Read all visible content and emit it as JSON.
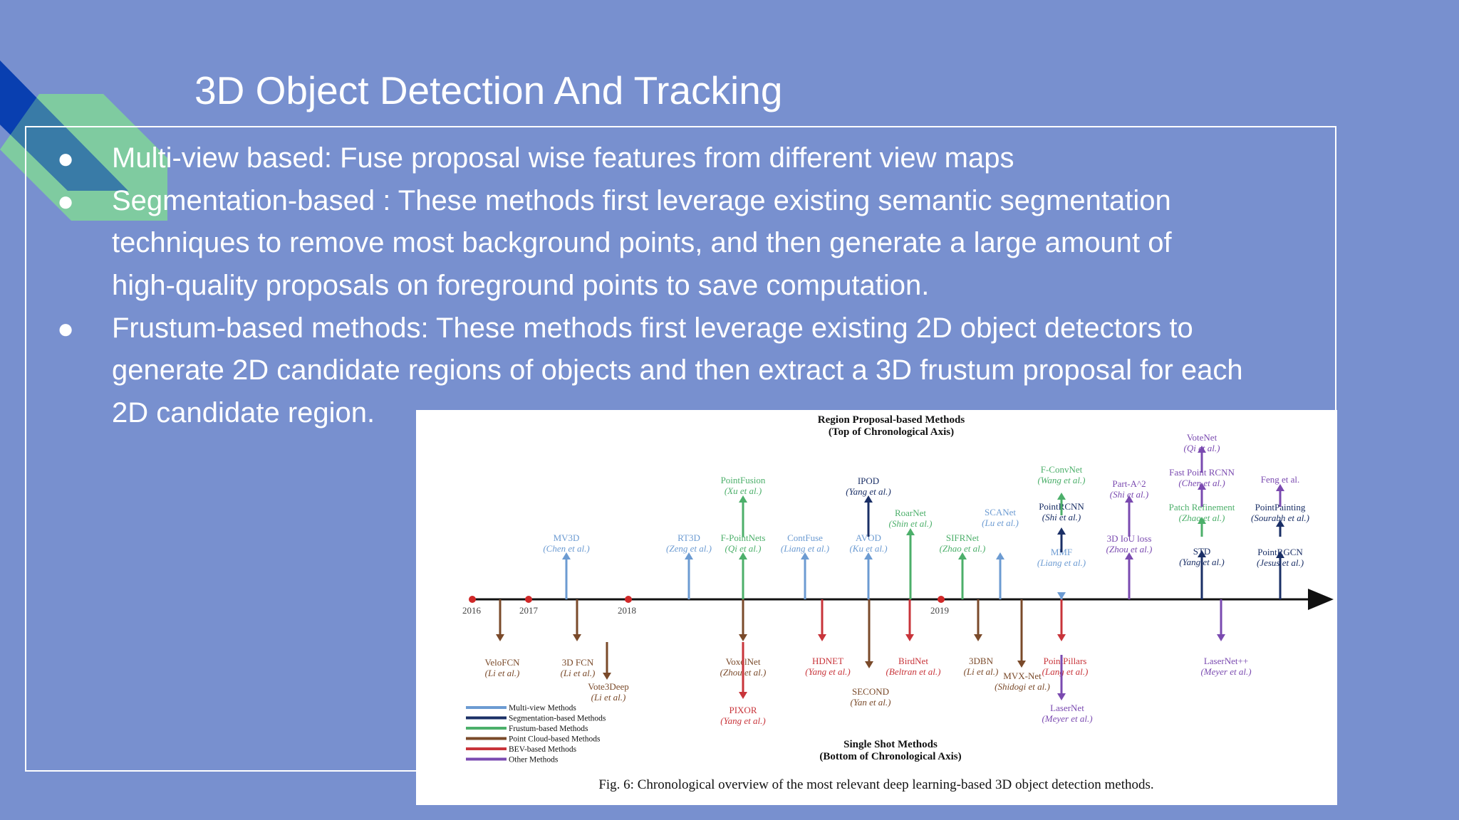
{
  "slide": {
    "title": "3D Object Detection And Tracking",
    "bullets": [
      {
        "lines": [
          "Multi-view based:   Fuse proposal wise features from different view maps"
        ]
      },
      {
        "lines": [
          "Segmentation-based : These methods first leverage existing semantic segmentation",
          "techniques to remove most background points, and then generate a large amount of",
          "high-quality proposals on foreground points to save computation."
        ]
      },
      {
        "lines": [
          "Frustum-based methods: These methods first leverage existing 2D object detectors to",
          "generate 2D candidate regions of objects and then extract a 3D frustum proposal for each",
          "2D candidate region."
        ]
      }
    ],
    "bullet_symbol": "●",
    "colors": {
      "background": "#7890cf",
      "accent_blue": "#0a3fb0",
      "accent_green": "#7fd19a",
      "text": "#ffffff"
    }
  },
  "figure": {
    "top_heading": [
      "Region Proposal-based Methods",
      "(Top of Chronological Axis)"
    ],
    "bottom_heading": [
      "Single Shot Methods",
      "(Bottom of Chronological Axis)"
    ],
    "caption": "Fig. 6: Chronological overview of the most relevant deep learning-based 3D object detection methods.",
    "years": [
      "2016",
      "2017",
      "2018",
      "2019"
    ],
    "legend": [
      {
        "label": "Multi-view Methods",
        "color": "#6c9bd2"
      },
      {
        "label": "Segmentation-based Methods",
        "color": "#1a2f66"
      },
      {
        "label": "Frustum-based Methods",
        "color": "#4caf6a"
      },
      {
        "label": "Point Cloud-based Methods",
        "color": "#7a4a2a"
      },
      {
        "label": "BEV-based Methods",
        "color": "#c8343a"
      },
      {
        "label": "Other Methods",
        "color": "#7a4ab0"
      }
    ],
    "methods": [
      {
        "name": "MV3D",
        "author": "(Chen et al.)",
        "cat": 0
      },
      {
        "name": "RT3D",
        "author": "(Zeng et al.)",
        "cat": 0
      },
      {
        "name": "F-PointNets",
        "author": "(Qi et al.)",
        "cat": 2
      },
      {
        "name": "PointFusion",
        "author": "(Xu et al.)",
        "cat": 2
      },
      {
        "name": "ContFuse",
        "author": "(Liang et al.)",
        "cat": 0
      },
      {
        "name": "AVOD",
        "author": "(Ku et al.)",
        "cat": 0
      },
      {
        "name": "IPOD",
        "author": "(Yang et al.)",
        "cat": 1
      },
      {
        "name": "RoarNet",
        "author": "(Shin et al.)",
        "cat": 2
      },
      {
        "name": "SIFRNet",
        "author": "(Zhao et al.)",
        "cat": 2
      },
      {
        "name": "SCANet",
        "author": "(Lu et al.)",
        "cat": 0
      },
      {
        "name": "MMF",
        "author": "(Liang et al.)",
        "cat": 0
      },
      {
        "name": "PointRCNN",
        "author": "(Shi et al.)",
        "cat": 1
      },
      {
        "name": "F-ConvNet",
        "author": "(Wang et al.)",
        "cat": 2
      },
      {
        "name": "3D IoU loss",
        "author": "(Zhou et al.)",
        "cat": 5
      },
      {
        "name": "Part-A^2",
        "author": "(Shi et al.)",
        "cat": 5
      },
      {
        "name": "STD",
        "author": "(Yang et al.)",
        "cat": 1
      },
      {
        "name": "Patch Refinement",
        "author": "(Zhao et al.)",
        "cat": 2
      },
      {
        "name": "Fast Point RCNN",
        "author": "(Chen et al.)",
        "cat": 5
      },
      {
        "name": "VoteNet",
        "author": "(Qi et al.)",
        "cat": 5
      },
      {
        "name": "PointRGCN",
        "author": "(Jesus et al.)",
        "cat": 1
      },
      {
        "name": "PointPainting",
        "author": "(Sourabh et al.)",
        "cat": 1
      },
      {
        "name": "Feng et al.",
        "author": "",
        "cat": 5
      },
      {
        "name": "VeloFCN",
        "author": "(Li et al.)",
        "cat": 3
      },
      {
        "name": "3D FCN",
        "author": "(Li et al.)",
        "cat": 3
      },
      {
        "name": "Vote3Deep",
        "author": "(Li et al.)",
        "cat": 3
      },
      {
        "name": "VoxelNet",
        "author": "(Zhou et al.)",
        "cat": 3
      },
      {
        "name": "PIXOR",
        "author": "(Yang et al.)",
        "cat": 4
      },
      {
        "name": "HDNET",
        "author": "(Yang et al.)",
        "cat": 4
      },
      {
        "name": "SECOND",
        "author": "(Yan et al.)",
        "cat": 3
      },
      {
        "name": "BirdNet",
        "author": "(Beltran et al.)",
        "cat": 4
      },
      {
        "name": "3DBN",
        "author": "(Li et al.)",
        "cat": 3
      },
      {
        "name": "MVX-Net",
        "author": "(Shidogi et al.)",
        "cat": 3
      },
      {
        "name": "PointPillars",
        "author": "(Lang et al.)",
        "cat": 4
      },
      {
        "name": "LaserNet",
        "author": "(Meyer et al.)",
        "cat": 5
      },
      {
        "name": "LaserNet++",
        "author": "(Meyer et al.)",
        "cat": 5
      }
    ]
  }
}
